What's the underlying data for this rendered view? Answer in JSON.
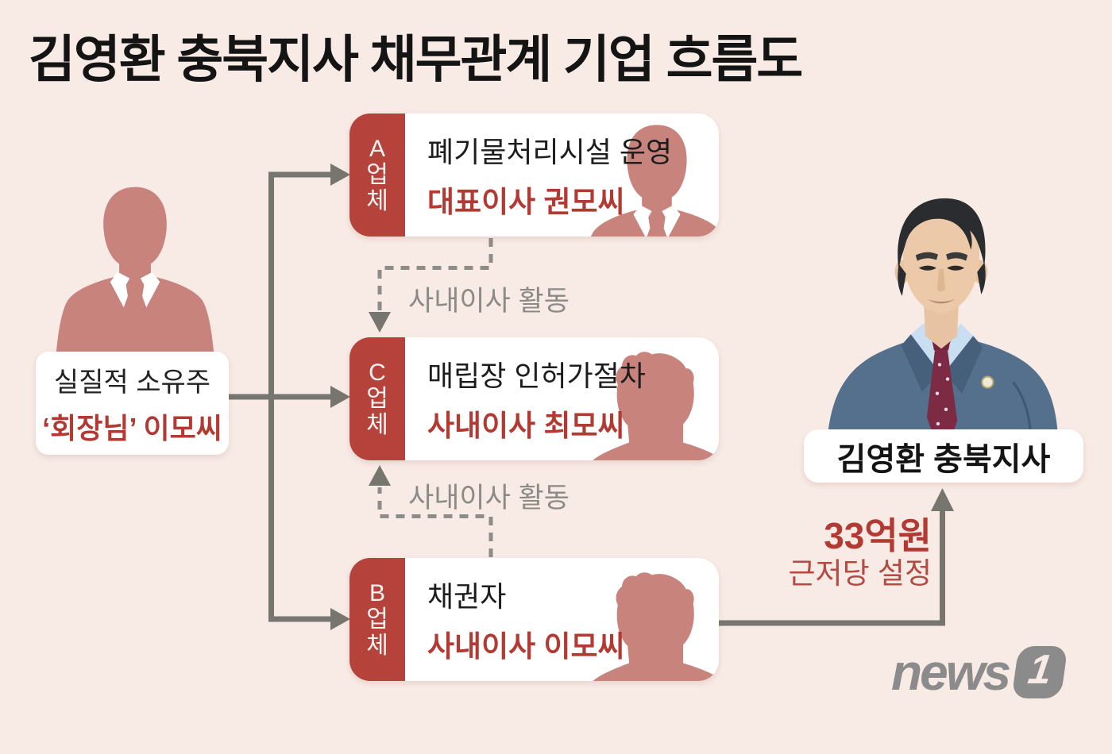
{
  "title": "김영환 충북지사 채무관계 기업 흐름도",
  "owner": {
    "line1": "실질적 소유주",
    "line2": "‘회장님’ 이모씨"
  },
  "companies": [
    {
      "name": "A업체",
      "tab_chars": [
        "A",
        "업",
        "체"
      ],
      "line1": "폐기물처리시설 운영",
      "line2": "대표이사 권모씨",
      "figure": "suit-person"
    },
    {
      "name": "C업체",
      "tab_chars": [
        "C",
        "업",
        "체"
      ],
      "line1": "매립장 인허가절차",
      "line2": "사내이사 최모씨",
      "figure": "person"
    },
    {
      "name": "B업체",
      "tab_chars": [
        "B",
        "업",
        "체"
      ],
      "line1": "채권자",
      "line2": "사내이사 이모씨",
      "figure": "person"
    }
  ],
  "dotted_links": [
    {
      "from": "A업체",
      "to": "C업체",
      "label": "사내이사 활동"
    },
    {
      "from": "B업체",
      "to": "C업체",
      "label": "사내이사 활동"
    }
  ],
  "mortgage": {
    "amount": "33억원",
    "description": "근저당 설정"
  },
  "governor": {
    "label": "김영환 충북지사"
  },
  "logo": {
    "text": "news",
    "number": "1"
  },
  "colors": {
    "background": "#f8ebe6",
    "accent_red": "#b5423b",
    "text_red": "#b23a33",
    "silhouette_rose": "#c9837d",
    "arrow_gray": "#76756e",
    "dotted_gray": "#8d8c86",
    "label_gray": "#8b8a84",
    "logo_gray": "#8b8b8b"
  }
}
